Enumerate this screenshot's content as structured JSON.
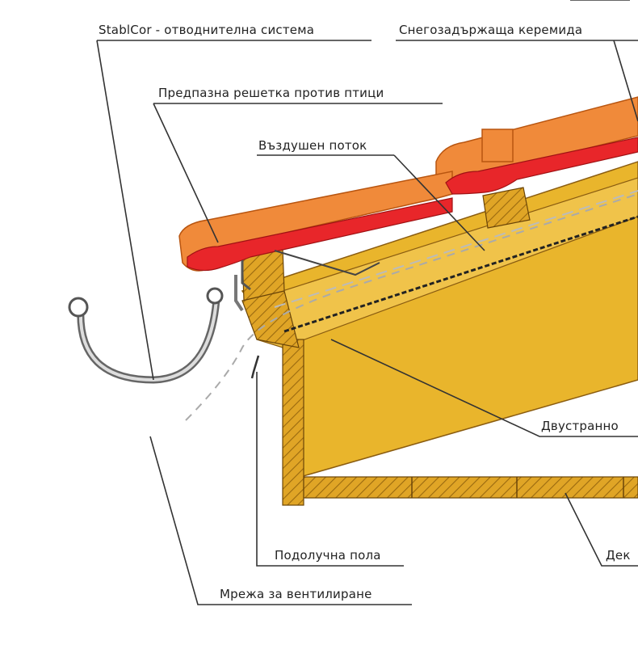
{
  "labels": {
    "gutter_system": "StablCor - отводнителна система",
    "snow_tile": "Снегозадържаща керемида",
    "bird_grille": "Предпазна решетка против птици",
    "air_flow": "Въздушен поток",
    "double_sided": "Двустранно",
    "eaves_flashing": "Подолучна пола",
    "decking": "Дек",
    "vent_mesh": "Мрежа за вентилиране"
  },
  "colors": {
    "tile_orange": "#f08a3a",
    "tile_red": "#e8262a",
    "wood": "#e8b22a",
    "wood_dark": "#b27a12",
    "line": "#333333"
  }
}
